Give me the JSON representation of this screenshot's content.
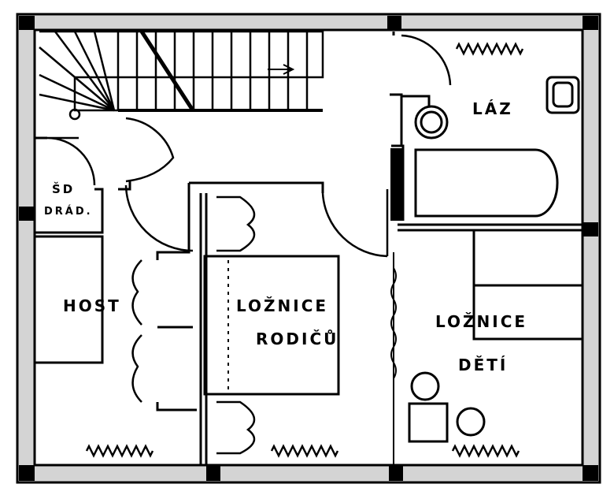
{
  "plan": {
    "rooms": {
      "bathroom": "LÁZ",
      "closet_line1": "ŠD",
      "closet_line2": "DRÁD.",
      "guest": "HOST",
      "parents_line1": "LOŽNICE",
      "parents_line2": "RODIČŮ",
      "kids_line1": "LOŽNICE",
      "kids_line2": "DĚTÍ"
    },
    "colors": {
      "ink": "#000000",
      "wall_fill": "#d4d4d4",
      "paper": "#ffffff"
    }
  }
}
